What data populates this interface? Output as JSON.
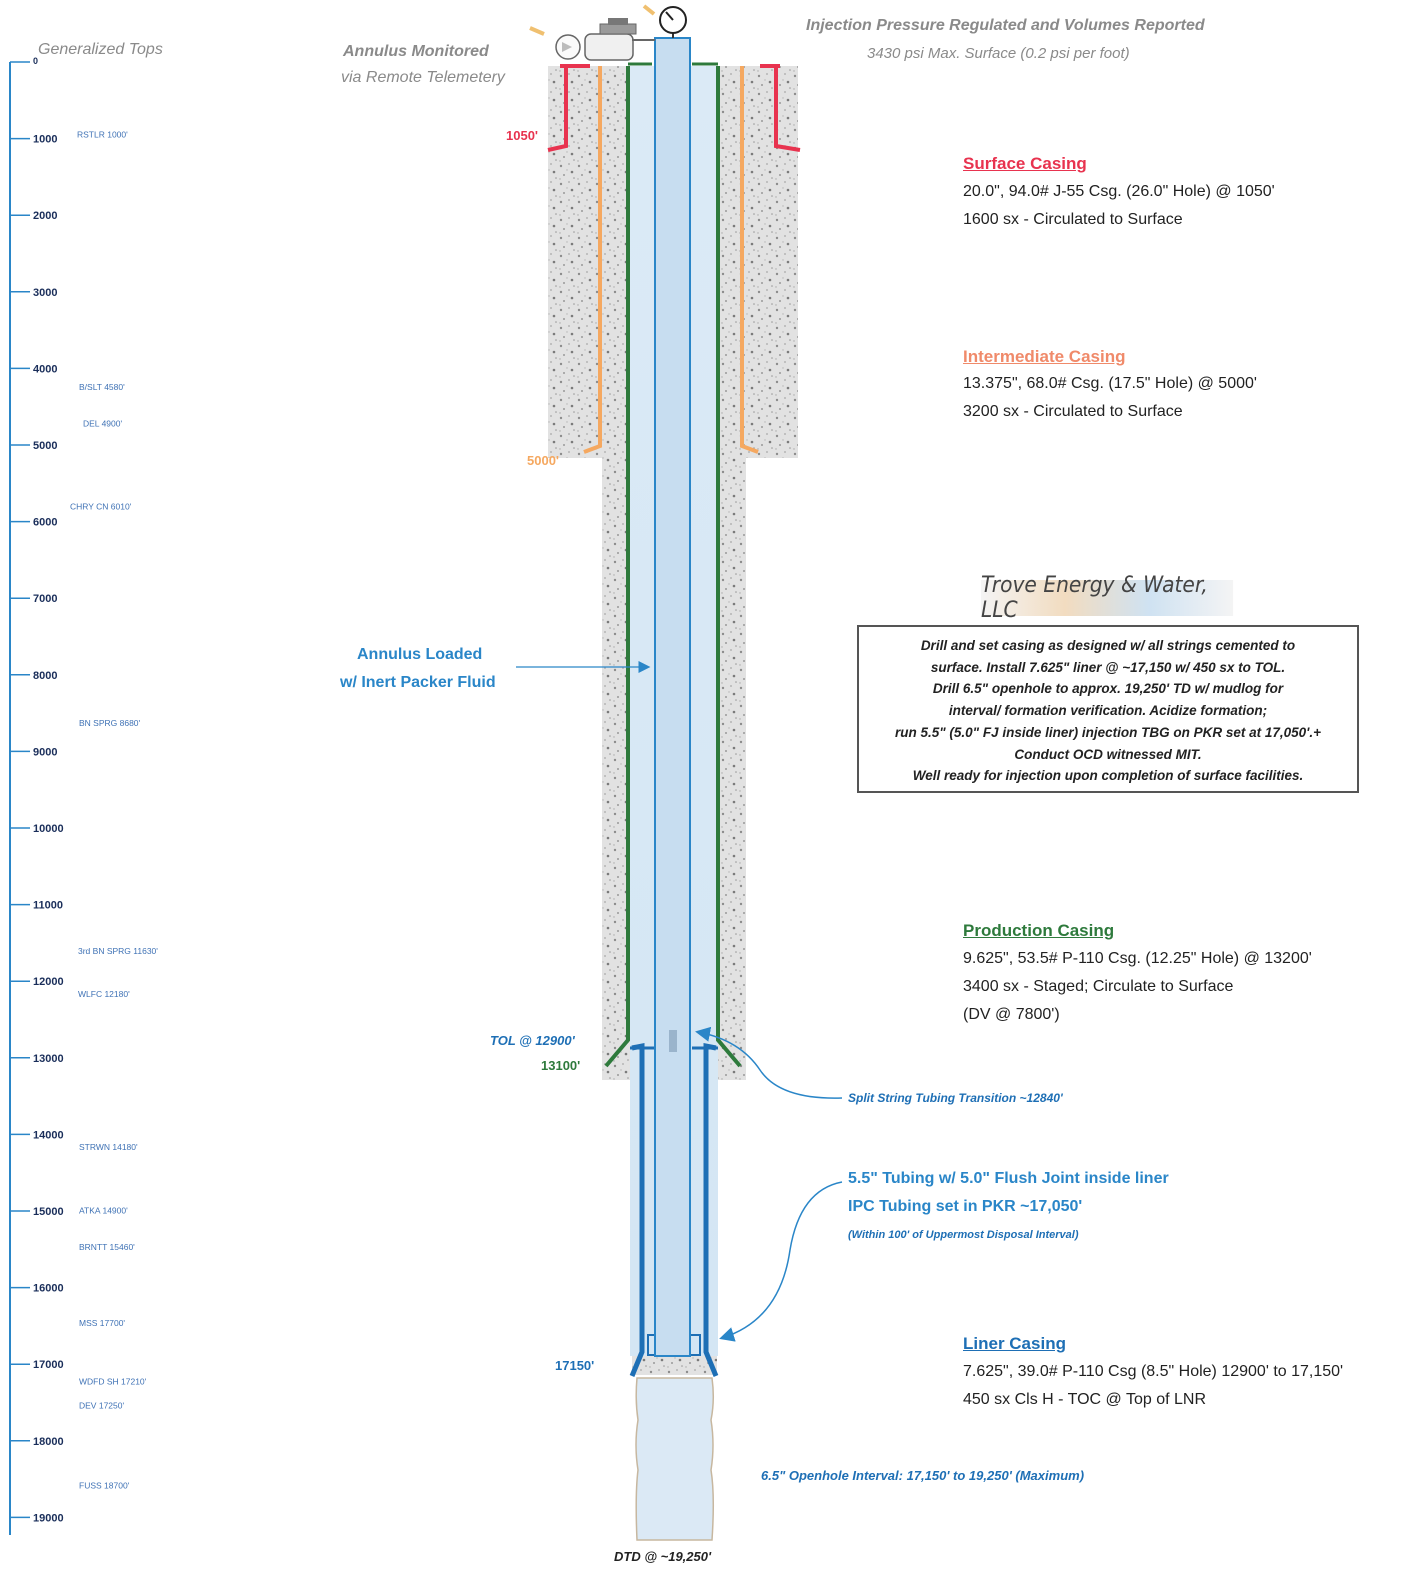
{
  "axis": {
    "title": "Generalized Tops",
    "zero_label": "0",
    "ticks": [
      "1000",
      "2000",
      "3000",
      "4000",
      "5000",
      "6000",
      "7000",
      "8000",
      "9000",
      "10000",
      "11000",
      "12000",
      "13000",
      "14000",
      "15000",
      "16000",
      "17000",
      "18000",
      "19000"
    ]
  },
  "formations": [
    {
      "label": "RSTLR  1000'",
      "depth": 1000
    },
    {
      "label": "B/SLT  4580'",
      "depth": 4580
    },
    {
      "label": "DEL  4900'",
      "depth": 4900
    },
    {
      "label": "CHRY CN  6010'",
      "depth": 6010
    },
    {
      "label": "BN SPRG  8680'",
      "depth": 8680
    },
    {
      "label": "3rd BN SPRG  11630'",
      "depth": 11630
    },
    {
      "label": "WLFC  12180'",
      "depth": 12180
    },
    {
      "label": "STRWN  14180'",
      "depth": 14180
    },
    {
      "label": "ATKA  14900'",
      "depth": 14900
    },
    {
      "label": "BRNTT  15460'",
      "depth": 15460
    },
    {
      "label": "MSS  17700'",
      "depth": 17700
    },
    {
      "label": "WDFD SH  17210'",
      "depth": 17210
    },
    {
      "label": "DEV  17250'",
      "depth": 17250
    },
    {
      "label": "FUSS  18700'",
      "depth": 18700
    }
  ],
  "header": {
    "annulus_line1": "Annulus Monitored",
    "annulus_line2": "via Remote Telemetery",
    "injection_line1": "Injection Pressure Regulated and Volumes Reported",
    "injection_line2": "3430 psi Max. Surface (0.2 psi per foot)"
  },
  "depth_tags": {
    "surface": "1050'",
    "intermediate": "5000'",
    "tol": "TOL @ 12900'",
    "production": "13100'",
    "liner": "17150'",
    "dtd": "DTD @ ~19,250'"
  },
  "surface_casing": {
    "title": "Surface Casing",
    "line1": "20.0\", 94.0# J-55 Csg. (26.0\" Hole) @ 1050'",
    "line2": "1600 sx - Circulated to Surface"
  },
  "intermediate_casing": {
    "title": "Intermediate Casing",
    "line1": "13.375\", 68.0# Csg. (17.5\" Hole) @ 5000'",
    "line2": "3200 sx - Circulated to Surface"
  },
  "production_casing": {
    "title": "Production Casing",
    "line1": "9.625\", 53.5# P-110 Csg. (12.25\" Hole) @ 13200'",
    "line2": "3400 sx - Staged; Circulate to Surface",
    "line3": "(DV @ 7800')"
  },
  "liner_casing": {
    "title": "Liner Casing",
    "line1": "7.625\", 39.0# P-110 Csg (8.5\" Hole) 12900' to 17,150'",
    "line2": "450 sx Cls H - TOC @ Top of LNR"
  },
  "company": "Trove Energy & Water, LLC",
  "notes": [
    "Drill and set casing as designed w/ all strings cemented to",
    "surface.  Install 7.625\" liner @ ~17,150 w/ 450 sx to TOL.",
    "Drill 6.5\" openhole to approx. 19,250' TD w/ mudlog for",
    "interval/ formation verification.  Acidize formation;",
    "run 5.5\" (5.0\" FJ inside liner) injection TBG on PKR set at 17,050'.+",
    "Conduct OCD witnessed MIT.",
    "Well ready for injection upon completion of surface facilities."
  ],
  "annotations": {
    "packer_line1": "Annulus Loaded",
    "packer_line2": "w/ Inert Packer Fluid",
    "split_string": "Split String Tubing Transition ~12840'",
    "tubing_line1": "5.5\" Tubing w/ 5.0\" Flush Joint inside liner",
    "tubing_line2": "IPC Tubing set in PKR ~17,050'",
    "tubing_line3": "(Within 100' of Uppermost Disposal Interval)",
    "openhole": "6.5\" Openhole Interval: 17,150' to 19,250' (Maximum)"
  },
  "colors": {
    "surface": "#e8334f",
    "intermediate": "#f5a860",
    "production": "#2e7a3c",
    "liner": "#1e6fb5",
    "tubing": "#2a86c8",
    "cement": "#d8d8d8"
  },
  "icons": [
    "pump-icon",
    "pressure-gauge-icon"
  ]
}
